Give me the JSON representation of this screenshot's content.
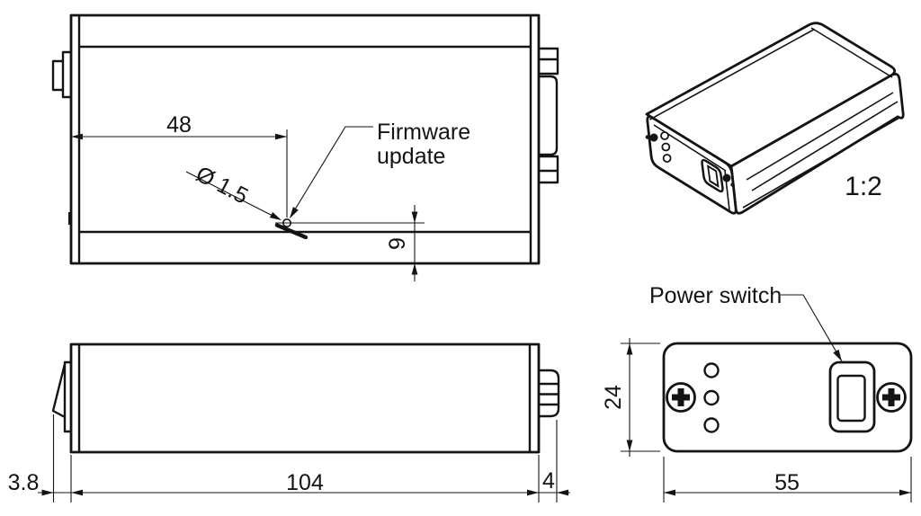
{
  "colors": {
    "ink": "#141414",
    "background": "#ffffff"
  },
  "top_view": {
    "dim_hole_x": "48",
    "dim_hole_diameter": "Ø 1.5",
    "dim_hole_y": "9",
    "callout_line1": "Firmware",
    "callout_line2": "update"
  },
  "isometric_view": {
    "scale_label": "1:2"
  },
  "side_view": {
    "dim_switch_protrusion": "3.8",
    "dim_body_length": "104",
    "dim_connector_protrusion": "4"
  },
  "front_view": {
    "callout_power_switch": "Power switch",
    "dim_height": "24",
    "dim_width": "55"
  }
}
